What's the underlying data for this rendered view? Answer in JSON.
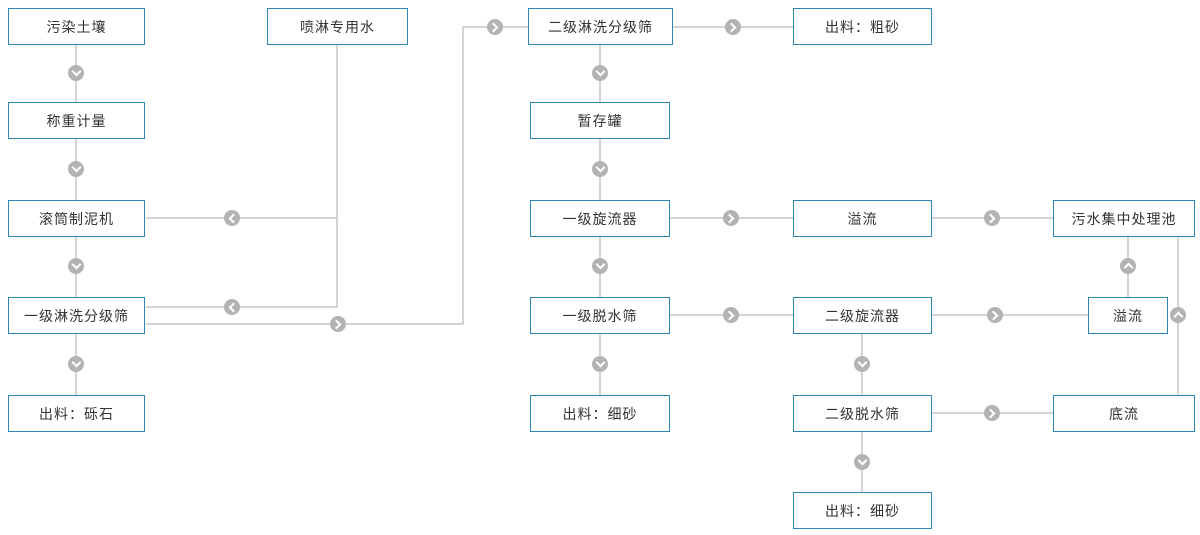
{
  "colors": {
    "box_border": "#2e86b5",
    "box_text": "#333333",
    "line": "#aaaaaa",
    "arrow_circle": "#b3b3b3",
    "arrow_glyph": "#ffffff",
    "background": "#ffffff"
  },
  "diagram": {
    "type": "process-flowchart",
    "nodes": [
      {
        "id": "contaminated-soil",
        "label": "污染土壤"
      },
      {
        "id": "spray-water",
        "label": "喷淋专用水"
      },
      {
        "id": "secondary-washing-screen",
        "label": "二级淋洗分级筛"
      },
      {
        "id": "output-coarse-sand",
        "label": "出料：粗砂"
      },
      {
        "id": "weighing",
        "label": "称重计量"
      },
      {
        "id": "storage-tank",
        "label": "暂存罐"
      },
      {
        "id": "drum-mud-machine",
        "label": "滚筒制泥机"
      },
      {
        "id": "primary-cyclone",
        "label": "一级旋流器"
      },
      {
        "id": "overflow-1",
        "label": "溢流"
      },
      {
        "id": "sewage-treatment-pool",
        "label": "污水集中处理池"
      },
      {
        "id": "primary-washing-screen",
        "label": "一级淋洗分级筛"
      },
      {
        "id": "primary-dewatering-screen",
        "label": "一级脱水筛"
      },
      {
        "id": "secondary-cyclone",
        "label": "二级旋流器"
      },
      {
        "id": "overflow-2",
        "label": "溢流"
      },
      {
        "id": "output-gravel",
        "label": "出料：砾石"
      },
      {
        "id": "output-fine-sand-1",
        "label": "出料：细砂"
      },
      {
        "id": "secondary-dewatering-screen",
        "label": "二级脱水筛"
      },
      {
        "id": "underflow",
        "label": "底流"
      },
      {
        "id": "output-fine-sand-2",
        "label": "出料：细砂"
      }
    ],
    "edges": [
      {
        "from": "contaminated-soil",
        "to": "weighing",
        "direction": "down"
      },
      {
        "from": "weighing",
        "to": "drum-mud-machine",
        "direction": "down"
      },
      {
        "from": "drum-mud-machine",
        "to": "primary-washing-screen",
        "direction": "down"
      },
      {
        "from": "primary-washing-screen",
        "to": "output-gravel",
        "direction": "down"
      },
      {
        "from": "spray-water",
        "to": "drum-mud-machine",
        "direction": "left"
      },
      {
        "from": "spray-water",
        "to": "primary-washing-screen",
        "direction": "left"
      },
      {
        "from": "primary-washing-screen",
        "to": "secondary-washing-screen",
        "direction": "right-up-right"
      },
      {
        "from": "secondary-washing-screen",
        "to": "output-coarse-sand",
        "direction": "right"
      },
      {
        "from": "secondary-washing-screen",
        "to": "storage-tank",
        "direction": "down"
      },
      {
        "from": "storage-tank",
        "to": "primary-cyclone",
        "direction": "down"
      },
      {
        "from": "primary-cyclone",
        "to": "overflow-1",
        "direction": "right"
      },
      {
        "from": "overflow-1",
        "to": "sewage-treatment-pool",
        "direction": "right"
      },
      {
        "from": "primary-cyclone",
        "to": "primary-dewatering-screen",
        "direction": "down"
      },
      {
        "from": "primary-dewatering-screen",
        "to": "output-fine-sand-1",
        "direction": "down"
      },
      {
        "from": "primary-dewatering-screen",
        "to": "secondary-cyclone",
        "direction": "right"
      },
      {
        "from": "secondary-cyclone",
        "to": "overflow-2",
        "direction": "right"
      },
      {
        "from": "overflow-2",
        "to": "sewage-treatment-pool",
        "direction": "up"
      },
      {
        "from": "secondary-cyclone",
        "to": "secondary-dewatering-screen",
        "direction": "down"
      },
      {
        "from": "secondary-dewatering-screen",
        "to": "underflow",
        "direction": "right"
      },
      {
        "from": "underflow",
        "to": "sewage-treatment-pool",
        "direction": "up"
      },
      {
        "from": "secondary-dewatering-screen",
        "to": "output-fine-sand-2",
        "direction": "down"
      }
    ]
  }
}
